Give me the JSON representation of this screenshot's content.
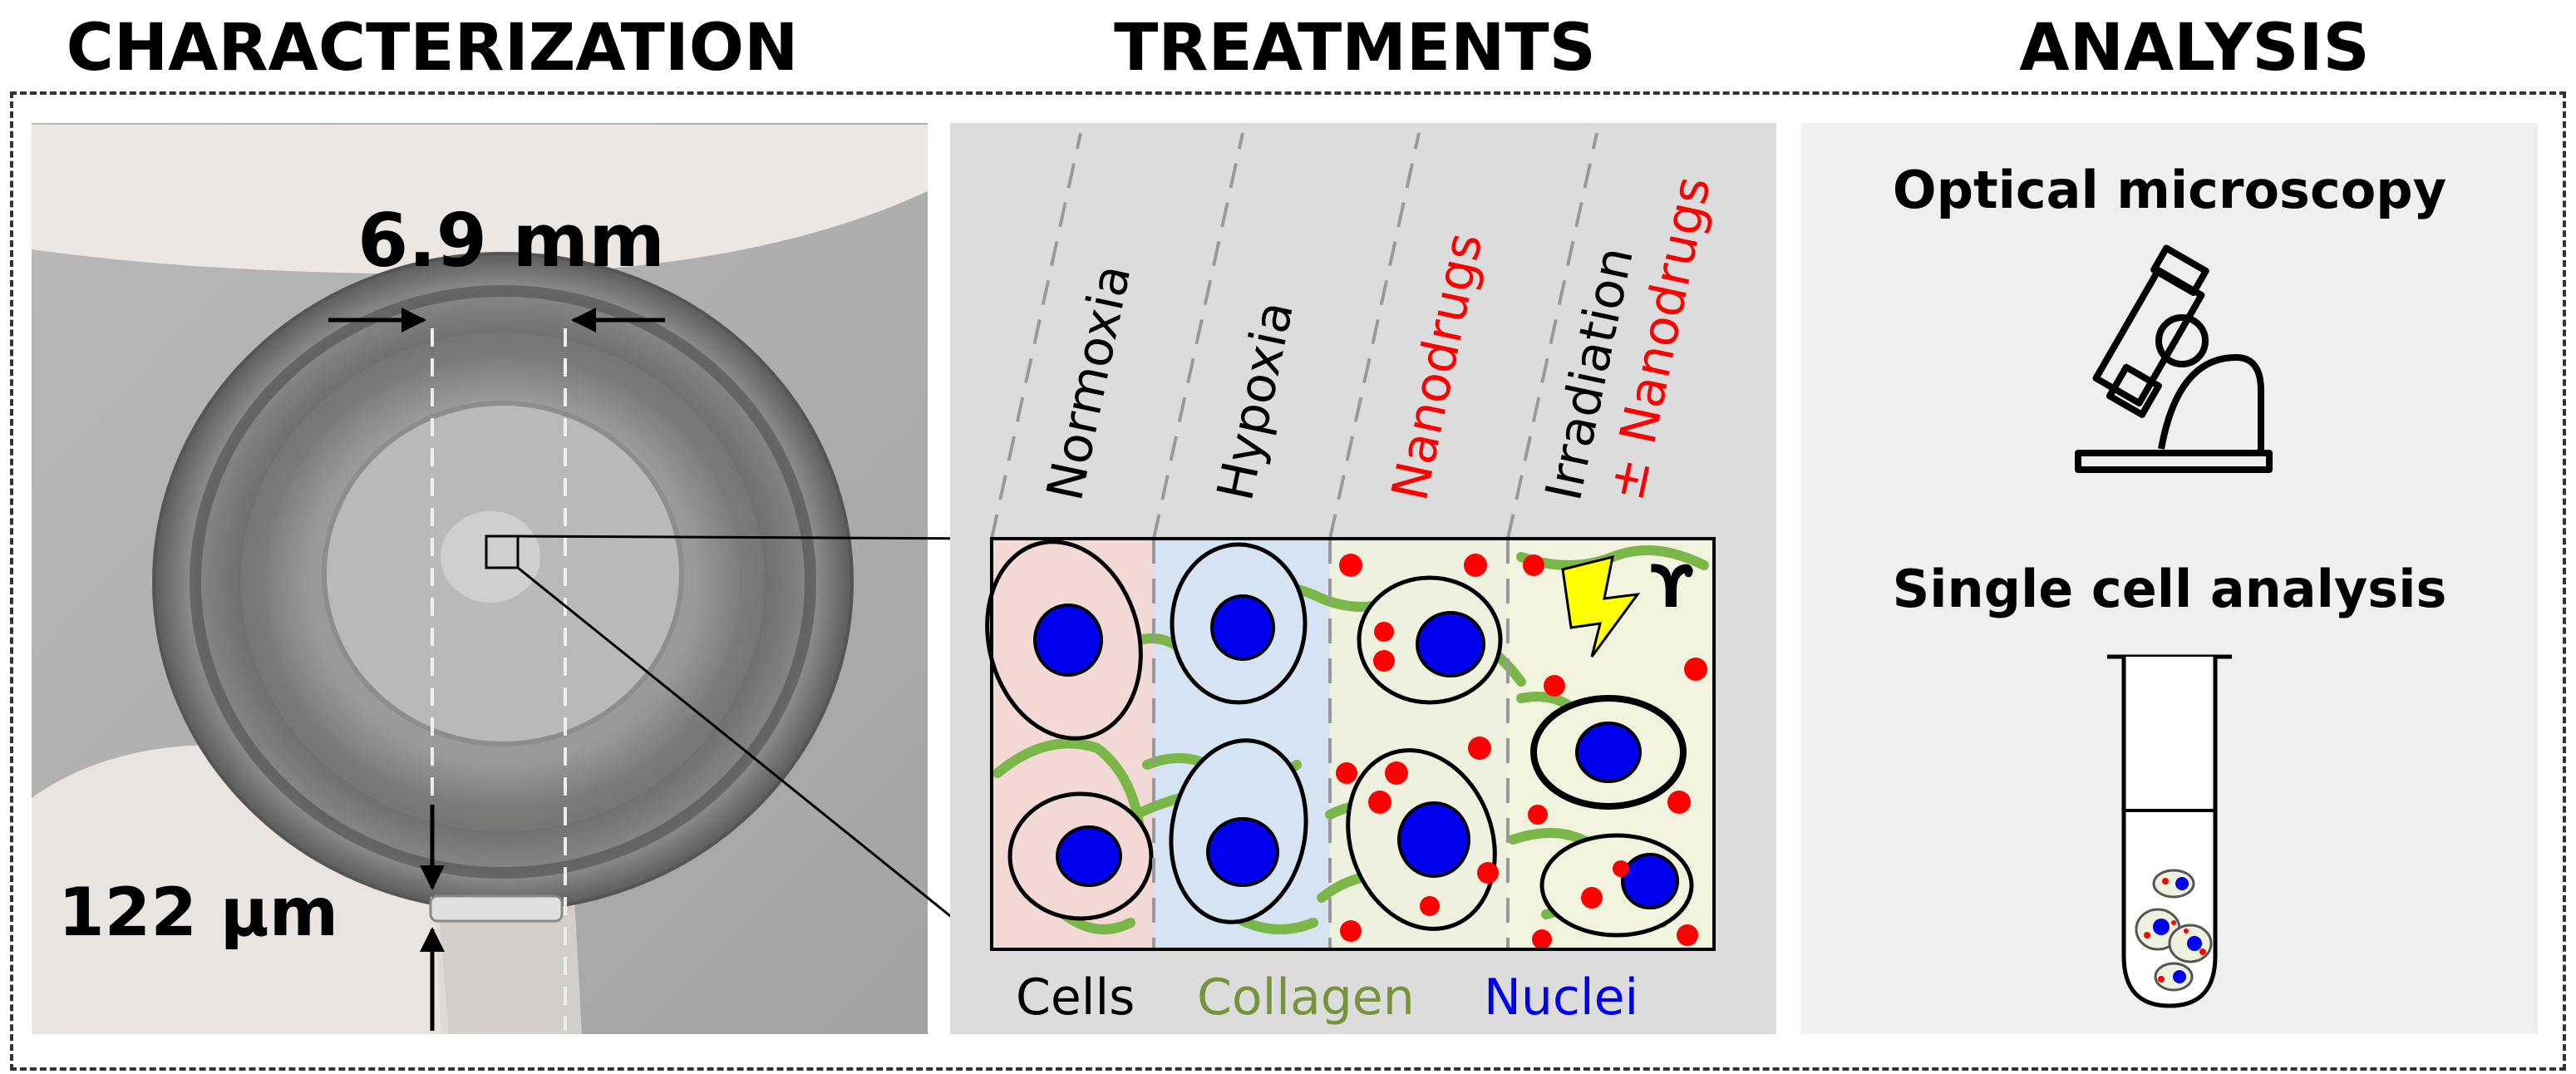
{
  "headings": {
    "characterization": "CHARACTERIZATION",
    "treatments": "TREATMENTS",
    "analysis": "ANALYSIS"
  },
  "characterization": {
    "diameter_label": "6.9 mm",
    "thickness_label": "122 µm"
  },
  "treatments": {
    "conditions": [
      "Normoxia",
      "Hypoxia",
      "Nanodrugs",
      "Irradiation",
      "± Nanodrugs"
    ],
    "gamma_symbol": "ϒ",
    "legend": {
      "cells": "Cells",
      "collagen": "Collagen",
      "nuclei": "Nuclei"
    }
  },
  "analysis": {
    "optical": "Optical microscopy",
    "single_cell": "Single cell analysis"
  },
  "colors": {
    "nanodrug_red": "#ff0000",
    "collagen_green": "#7ab648",
    "legend_collagen": "#77933c",
    "nuclei_blue": "#0000ee",
    "normoxia_bg": "#f3d9d6",
    "hypoxia_bg": "#d6e3f3",
    "nanodrugs_bg": "#eef1de",
    "irradiation_bg": "#f2f3df",
    "bolt_yellow": "#ffff00"
  }
}
